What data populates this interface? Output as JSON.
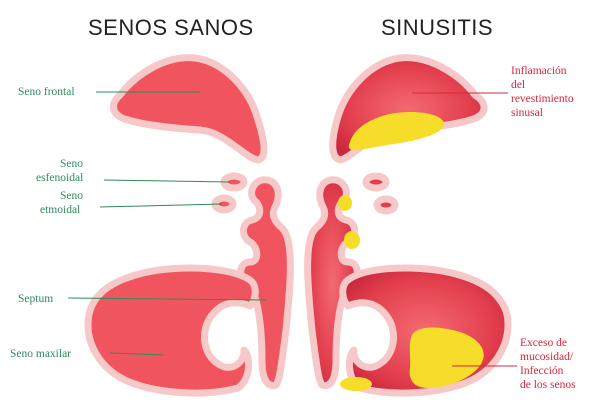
{
  "titles": {
    "left": "SENOS SANOS",
    "right": "SINUSITIS"
  },
  "left_labels": {
    "frontal": "Seno frontal",
    "esfenoidal_1": "Seno",
    "esfenoidal_2": "esfenoidal",
    "etmoidal_1": "Seno",
    "etmoidal_2": "etmoidal",
    "septum": "Septum",
    "maxilar": "Seno maxilar"
  },
  "right_labels": {
    "inflamacion_1": "Inflamación",
    "inflamacion_2": "del",
    "inflamacion_3": "revestimiento",
    "inflamacion_4": "sinusal",
    "exceso_1": "Exceso de",
    "exceso_2": "mucosidad/",
    "exceso_3": "Infección",
    "exceso_4": "de los senos"
  },
  "colors": {
    "healthy_fill": "#f0555f",
    "outline": "#f6c8c8",
    "inflamed_fill": "#e23d4d",
    "mucus": "#f6dd2a",
    "label_healthy": "#2e8b57",
    "label_sick": "#d62839"
  }
}
